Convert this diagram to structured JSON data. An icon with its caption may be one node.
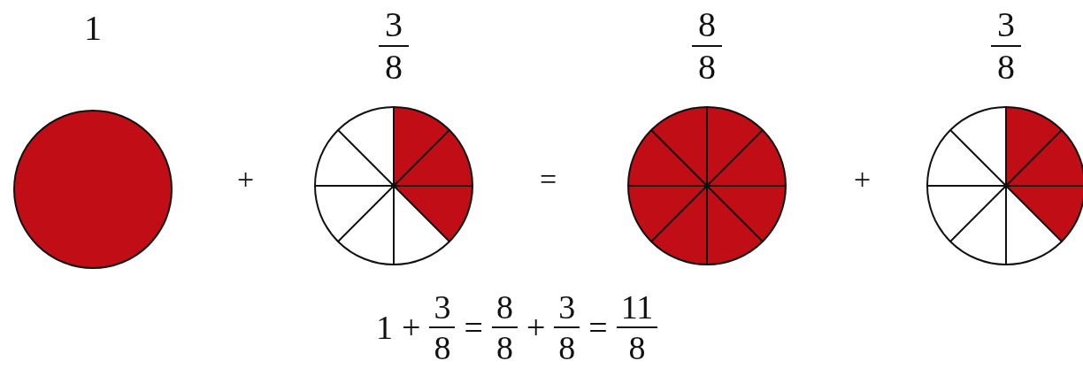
{
  "diagram": {
    "nodes": [
      {
        "text": [
          "1"
        ]
      },
      {
        "text": [
          "3",
          "8"
        ]
      },
      {
        "text": [
          "8",
          "8"
        ]
      },
      {
        "text": [
          "3",
          "8"
        ]
      }
    ],
    "labels": [
      "+",
      "=",
      "+",
      "1",
      "+",
      "3",
      "8",
      "=",
      "8",
      "8",
      "+",
      "3",
      "8",
      "=",
      "11",
      "8"
    ]
  }
}
